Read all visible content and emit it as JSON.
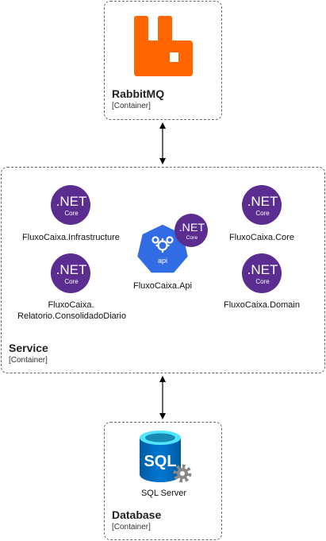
{
  "rabbitmq": {
    "title": "RabbitMQ",
    "type": "[Container]"
  },
  "service": {
    "title": "Service",
    "type": "[Container]",
    "nodes": {
      "infrastructure": "FluxoCaixa.Infrastructure",
      "core": "FluxoCaixa.Core",
      "api": "FluxoCaixa.Api",
      "relatorio_line1": "FluxoCaixa.",
      "relatorio_line2": "Relatorio.ConsolidadoDiario",
      "domain": "FluxoCaixa.Domain"
    }
  },
  "database": {
    "title": "Database",
    "type": "[Container]",
    "node": "SQL Server"
  },
  "icons": {
    "dotnet_main": ".NET",
    "dotnet_sub": "Core",
    "api_badge": "api",
    "sql_badge": "SQL"
  },
  "colors": {
    "rabbitmq_orange": "#ff6600",
    "dotnet_purple": "#5c2d91",
    "kubernetes_blue": "#326ce5",
    "sql_blue": "#0078d4",
    "sql_cyan": "#50e6ff",
    "gear_gray": "#888888"
  }
}
